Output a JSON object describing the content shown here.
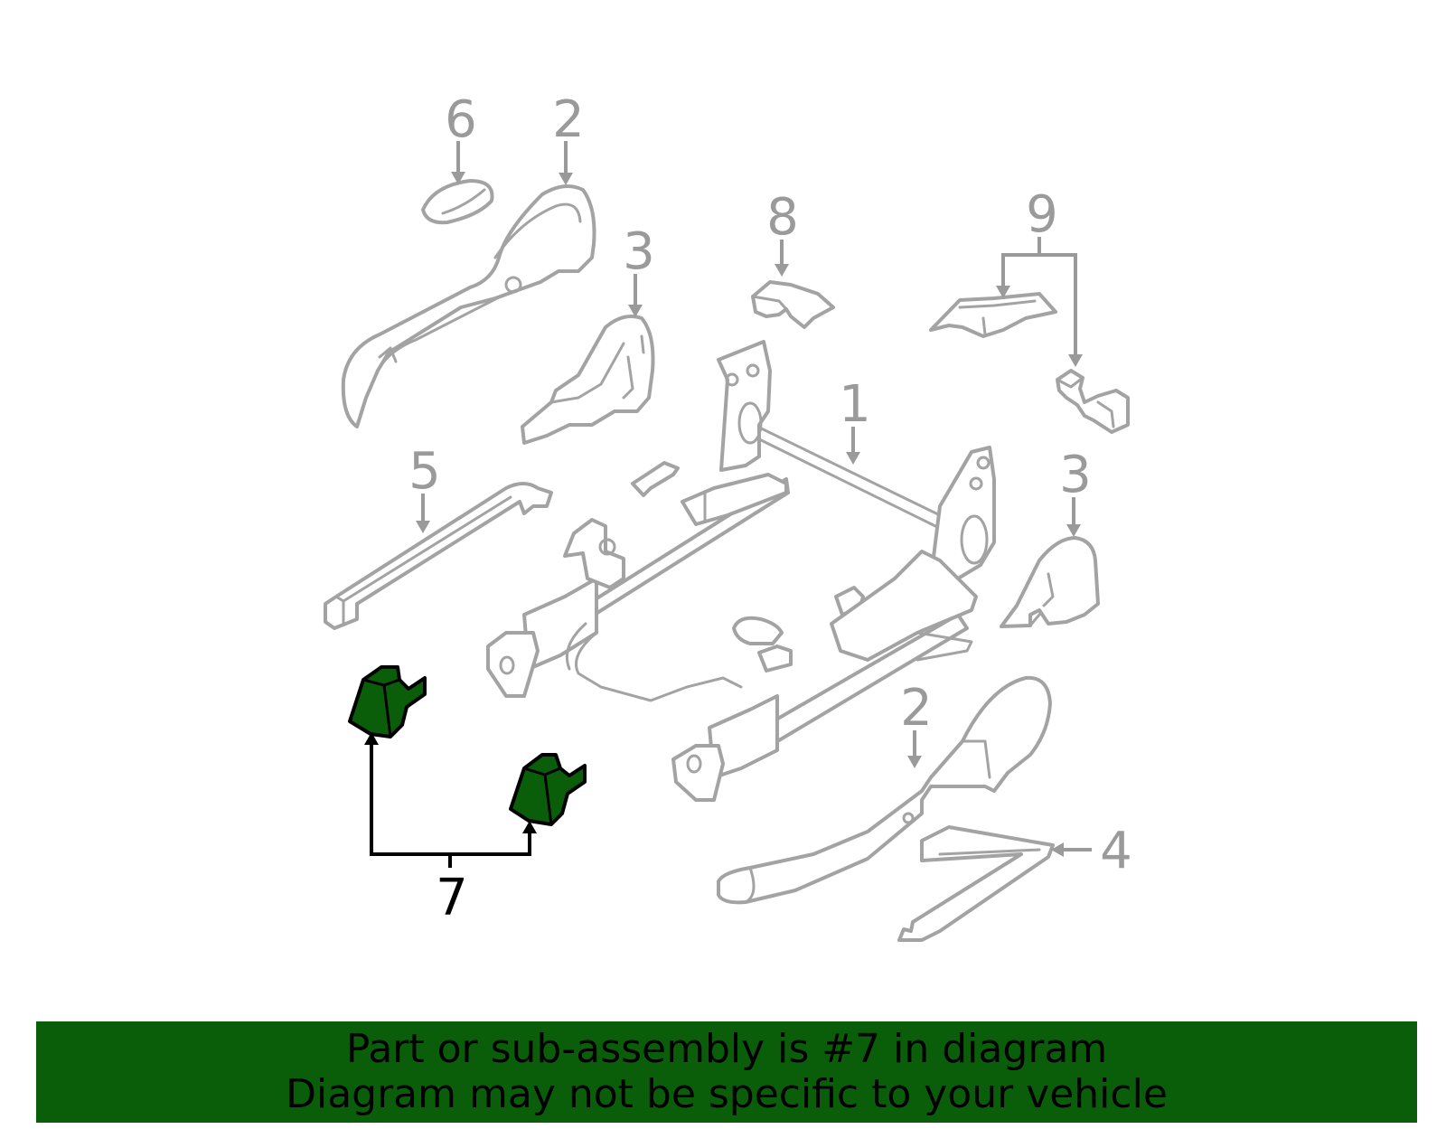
{
  "callouts": {
    "c6": "6",
    "c2a": "2",
    "c3a": "3",
    "c8": "8",
    "c9": "9",
    "c1": "1",
    "c5": "5",
    "c3b": "3",
    "c2b": "2",
    "c4": "4",
    "c7": "7"
  },
  "banner": {
    "line1": "Part or sub-assembly is #7 in diagram",
    "line2": "Diagram may not be specific to your vehicle"
  },
  "colors": {
    "highlight_part": "#0a5e0a",
    "banner_background": "#0a5e0a",
    "part_outline": "#a3a3a3",
    "highlight_outline": "#000000"
  }
}
